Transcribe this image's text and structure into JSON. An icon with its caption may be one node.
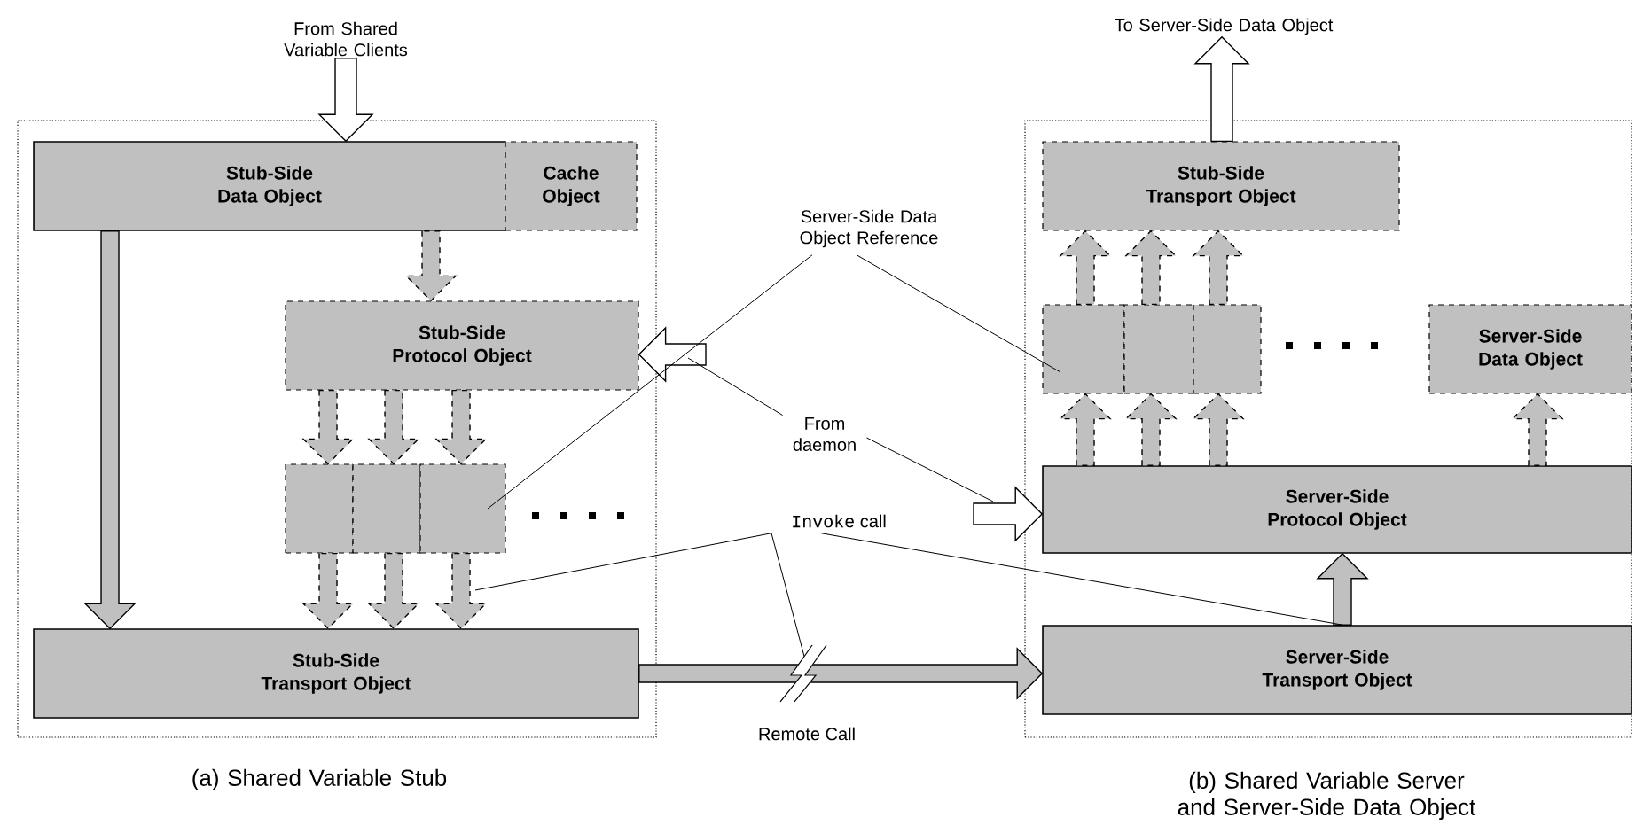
{
  "diagram": {
    "nodes": [
      {
        "text": [],
        "shape": "box",
        "beside": [
          "(a) Shared Variable Stub"
        ]
      },
      {
        "text": [
          "Stub-Side Data Object"
        ],
        "in": 0
      },
      {
        "text": [
          "Cache Object"
        ],
        "in": 0
      },
      {
        "text": [
          "Stub-Side Protocol Object"
        ],
        "in": 0
      },
      {
        "text": [],
        "shape": "box",
        "in": 0
      },
      {
        "text": [],
        "shape": "box",
        "in": 0
      },
      {
        "text": [],
        "shape": "box",
        "in": 0
      },
      {
        "text": [
          "Stub-Side Transport Object"
        ],
        "in": 0
      },
      {
        "text": [],
        "shape": "box",
        "beside": [
          "(b) Shared Variable Server and Server-Side Data Object"
        ]
      },
      {
        "text": [
          "Stub-Side Transport Object"
        ],
        "in": 8
      },
      {
        "text": [],
        "shape": "box",
        "in": 8
      },
      {
        "text": [],
        "shape": "box",
        "in": 8
      },
      {
        "text": [],
        "shape": "box",
        "in": 8
      },
      {
        "text": [
          "Server-Side Data Object"
        ],
        "in": 8
      },
      {
        "text": [
          "Server-Side Protocol Object"
        ],
        "in": 8
      },
      {
        "text": [
          "Server-Side Transport Object"
        ],
        "in": 8
      },
      {
        "text": [
          "From Shared Variable Clients"
        ]
      },
      {
        "text": [
          "To Server-Side Data Object"
        ]
      },
      {
        "text": [
          "Server-Side Data Object Reference"
        ]
      },
      {
        "text": [
          "From daemon"
        ]
      },
      {
        "text": [
          "Invoke",
          "call"
        ]
      }
    ],
    "edges": [
      {
        "from": 16,
        "to": 1,
        "arrow": "to",
        "color": "#ffffff"
      },
      {
        "from": 1,
        "to": 7,
        "arrow": "to"
      },
      {
        "from": 1,
        "to": 3,
        "arrow": "to",
        "style": "dashed"
      },
      {
        "from": 3,
        "to": 4,
        "arrow": "to",
        "style": "dashed"
      },
      {
        "from": 3,
        "to": 5,
        "arrow": "to",
        "style": "dashed"
      },
      {
        "from": 3,
        "to": 6,
        "arrow": "to",
        "style": "dashed"
      },
      {
        "from": 4,
        "to": 7,
        "arrow": "to",
        "style": "dashed"
      },
      {
        "from": 5,
        "to": 7,
        "arrow": "to",
        "style": "dashed"
      },
      {
        "from": 6,
        "to": 7,
        "arrow": "to",
        "style": "dashed"
      },
      {
        "from": 7,
        "to": 15,
        "arrow": "to",
        "label": "Remote Call"
      },
      {
        "from": 15,
        "to": 14,
        "arrow": "to"
      },
      {
        "from": 14,
        "to": 10,
        "arrow": "to",
        "style": "dashed"
      },
      {
        "from": 14,
        "to": 11,
        "arrow": "to",
        "style": "dashed"
      },
      {
        "from": 14,
        "to": 12,
        "arrow": "to",
        "style": "dashed"
      },
      {
        "from": 14,
        "to": 13,
        "arrow": "to",
        "style": "dashed"
      },
      {
        "from": 10,
        "to": 9,
        "arrow": "to",
        "style": "dashed"
      },
      {
        "from": 11,
        "to": 9,
        "arrow": "to",
        "style": "dashed"
      },
      {
        "from": 12,
        "to": 9,
        "arrow": "to",
        "style": "dashed"
      },
      {
        "from": 9,
        "to": 17,
        "arrow": "to",
        "color": "#ffffff"
      },
      {
        "from": null,
        "to": 3,
        "arrow": "to",
        "color": "#ffffff"
      },
      {
        "from": null,
        "to": 14,
        "arrow": "to",
        "color": "#ffffff"
      },
      {
        "from": 18,
        "to": 6,
        "arrow": "none",
        "color": "#000000"
      },
      {
        "from": 18,
        "to": 10,
        "arrow": "none",
        "color": "#000000"
      },
      {
        "from": 19,
        "to": null,
        "arrow": "none",
        "color": "#000000"
      },
      {
        "from": 19,
        "to": null,
        "arrow": "none",
        "color": "#000000"
      },
      {
        "from": 20,
        "to": null,
        "arrow": "none",
        "color": "#000000"
      },
      {
        "from": 20,
        "to": null,
        "arrow": "none",
        "color": "#000000"
      },
      {
        "from": 20,
        "to": 15,
        "arrow": "none",
        "color": "#000000"
      }
    ]
  }
}
